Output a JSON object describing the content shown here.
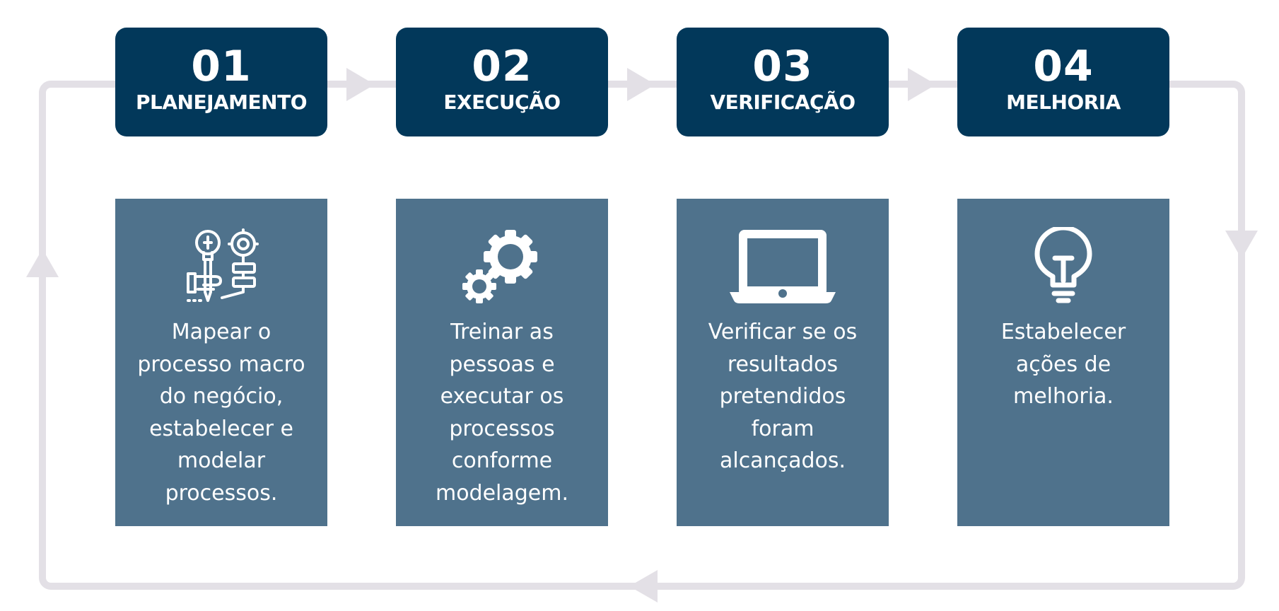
{
  "colors": {
    "header_bg": "#02385a",
    "card_bg": "#4f728c",
    "loop_line": "#e3e0e6",
    "text": "#ffffff"
  },
  "steps": [
    {
      "number": "01",
      "title": "PLANEJAMENTO",
      "icon": "idea-hand-gear-icon",
      "description": "Mapear o processo macro do negócio, estabelecer e modelar processos."
    },
    {
      "number": "02",
      "title": "EXECUÇÃO",
      "icon": "gears-icon",
      "description": "Treinar as pessoas e executar os processos conforme modelagem."
    },
    {
      "number": "03",
      "title": "VERIFICAÇÃO",
      "icon": "laptop-icon",
      "description": "Verificar se os resultados pretendidos foram alcançados."
    },
    {
      "number": "04",
      "title": "MELHORIA",
      "icon": "lightbulb-icon",
      "description": "Estabelecer ações de melhoria."
    }
  ]
}
